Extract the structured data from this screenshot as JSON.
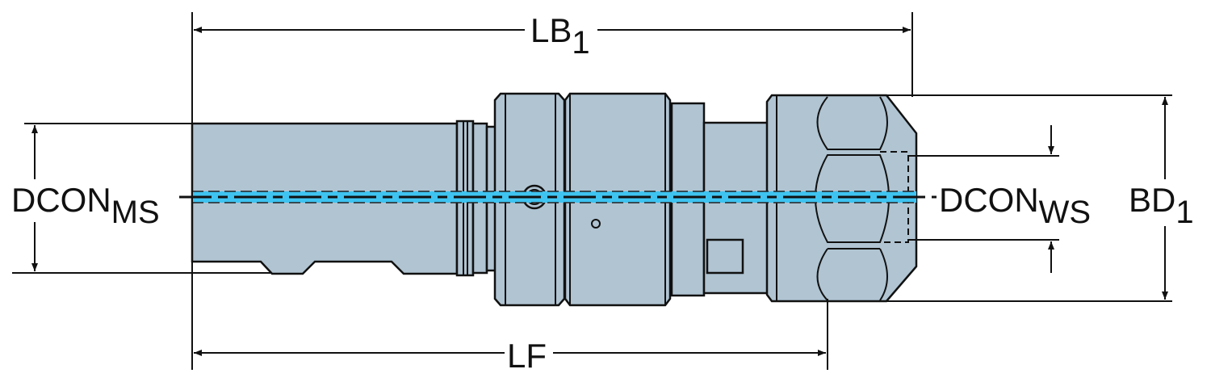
{
  "diagram": {
    "colors": {
      "body_fill": "#b0c4d2",
      "coolant_channel": "#3fc3f0",
      "line": "#111111"
    },
    "dimensions": {
      "lb1": {
        "main": "LB",
        "sub": "1"
      },
      "lf": {
        "main": "LF"
      },
      "dcon_ms": {
        "main": "DCON",
        "sub": "MS"
      },
      "dcon_ws": {
        "main": "DCON",
        "sub": "WS"
      },
      "bd1": {
        "main": "BD",
        "sub": "1"
      }
    }
  }
}
